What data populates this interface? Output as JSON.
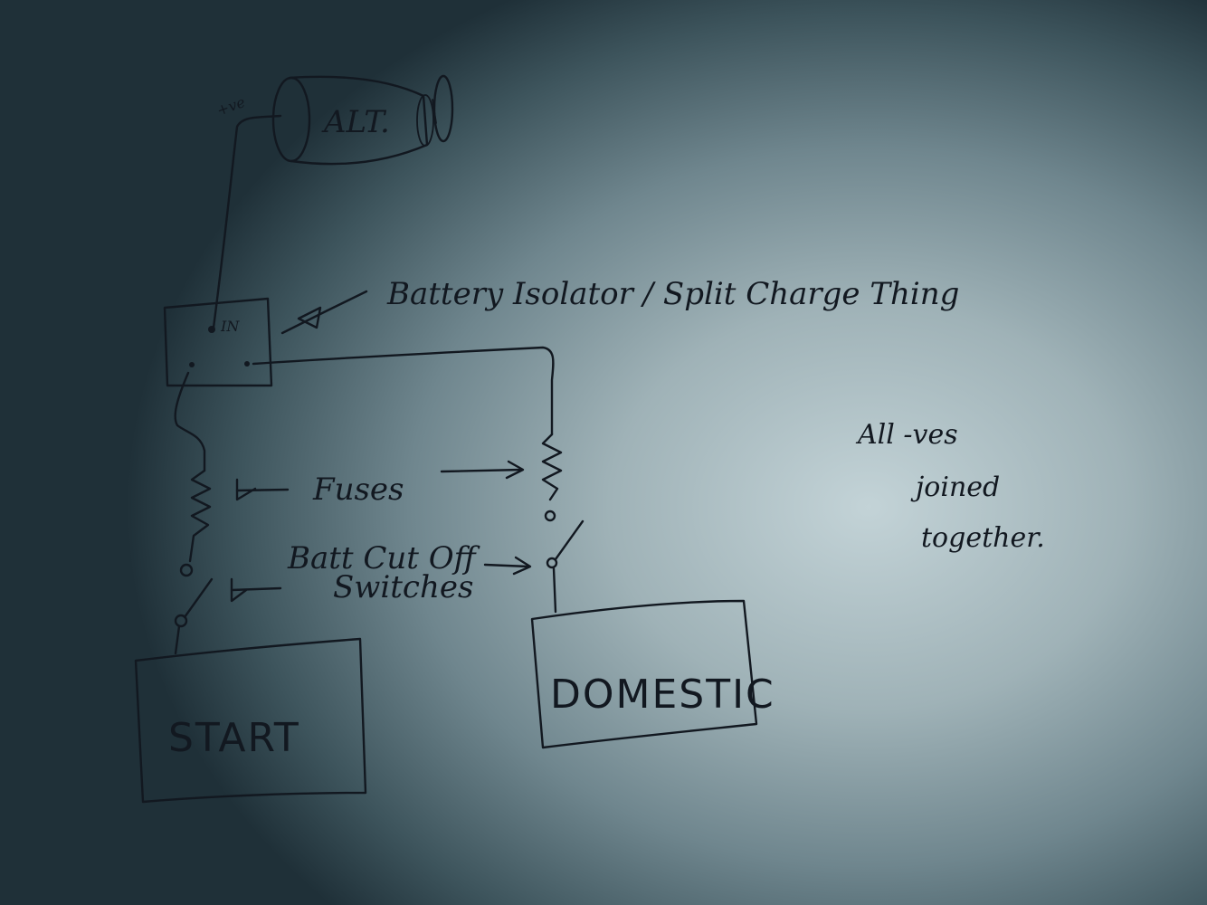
{
  "labels": {
    "alternator": "ALT.",
    "positive": "+ve",
    "isolator_in": "IN",
    "isolator": "Battery Isolator / Split Charge Thing",
    "fuses": "Fuses",
    "switches_line1": "Batt Cut Off",
    "switches_line2": "Switches",
    "start_battery": "START",
    "domestic_battery": "DOMESTIC",
    "note_line1": "All -ves",
    "note_line2": "joined",
    "note_line3": "together."
  },
  "colors": {
    "ink": "#121820",
    "paper": "#c3d3d7",
    "vignette": "#1f3038"
  }
}
